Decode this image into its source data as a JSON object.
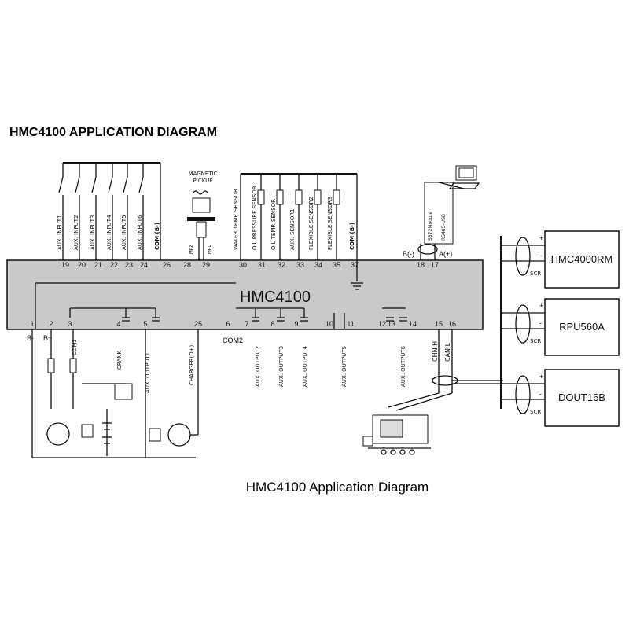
{
  "title": "HMC4100 APPLICATION DIAGRAM",
  "caption": "HMC4100 Application Diagram",
  "controller": "HMC4100",
  "magnetic_pickup": [
    "MAGNETIC",
    "PICKUP"
  ],
  "top_labels": [
    "AUX. INPUT1",
    "AUX. INPUT2",
    "AUX. INPUT3",
    "AUX. INPUT4",
    "AUX. INPUT5",
    "AUX. INPUT6",
    "COM (B-)",
    "MP2",
    "MP1",
    "WATER TEMP. SENSOR",
    "OIL PRESSURE SENSOR",
    "OIL TEMP. SENSOR",
    "AUX. SENSOR1",
    "FLEXIBLE SENSOR2",
    "FLEXIBLE SENSOR3",
    "COM (B-)"
  ],
  "top_pins": [
    "19",
    "20",
    "21",
    "22",
    "23",
    "24",
    "26",
    "28",
    "29",
    "30",
    "31",
    "32",
    "33",
    "34",
    "35",
    "37",
    "18",
    "17"
  ],
  "bottom_pins": [
    "1",
    "2",
    "3",
    "4",
    "5",
    "25",
    "6",
    "7",
    "8",
    "9",
    "10",
    "11",
    "12",
    "13",
    "14",
    "15",
    "16"
  ],
  "bottom_labels": [
    "B-",
    "B+",
    "COM1",
    "CRANK",
    "AUX. OUTPUT1",
    "CHARGER(D+)",
    "COM2",
    "AUX. OUTPUT2",
    "AUX. OUTPUT3",
    "AUX. OUTPUT4",
    "AUX. OUTPUT5",
    "AUX. OUTPUT6",
    "CHN H",
    "CAN L"
  ],
  "rs485": [
    "S672Module",
    "RS485-USB",
    "B(-)",
    "A(+)"
  ],
  "modules": [
    "HMC4000RM",
    "RPU560A",
    "DOUT16B"
  ],
  "scr": "SCR",
  "plus": "+",
  "minus": "-"
}
